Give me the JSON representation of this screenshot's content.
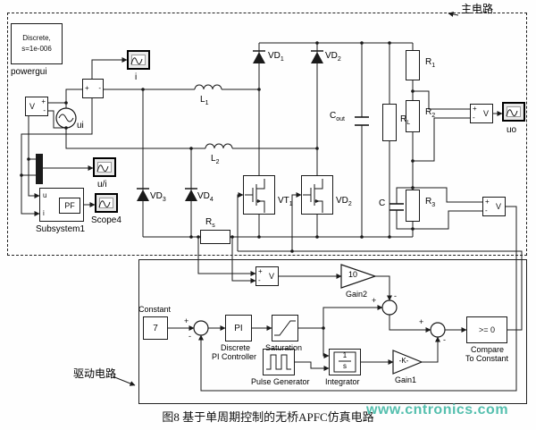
{
  "annotations": {
    "main_circuit": "主电路",
    "drive_circuit": "驱动电路"
  },
  "caption": "图8  基于单周期控制的无桥APFC仿真电路",
  "watermark": "www.cntronics.com",
  "colors": {
    "watermark": "#54bfae"
  },
  "powergui": {
    "line1": "Discrete,",
    "line2": "s=1e-006",
    "label": "powergui"
  },
  "meters": {
    "v": "V",
    "plus": "+",
    "minus": "-"
  },
  "scopes": {
    "i": "i",
    "ui": "u/i",
    "scope4": "Scope4",
    "uo": "uo"
  },
  "source": {
    "label": "ui"
  },
  "subsystem": {
    "in1": "u",
    "in2": "i",
    "pf": "PF",
    "label": "Subsystem1"
  },
  "components": {
    "l1": {
      "base": "L",
      "sub": "1"
    },
    "l2": {
      "base": "L",
      "sub": "2"
    },
    "vd1": {
      "base": "VD",
      "sub": "1"
    },
    "vd2": {
      "base": "VD",
      "sub": "2"
    },
    "vd3": {
      "base": "VD",
      "sub": "3"
    },
    "vd4": {
      "base": "VD",
      "sub": "4"
    },
    "vt1": {
      "base": "VT",
      "sub": "1"
    },
    "vt2": {
      "base": "VD",
      "sub": "2"
    },
    "cout": {
      "base": "C",
      "sub": "out"
    },
    "rl": {
      "base": "R",
      "sub": "L"
    },
    "r1": {
      "base": "R",
      "sub": "1"
    },
    "r2": {
      "base": "R",
      "sub": "2"
    },
    "r3": {
      "base": "R",
      "sub": "3"
    },
    "rs": {
      "base": "R",
      "sub": "s"
    },
    "c": {
      "base": "C",
      "sub": ""
    }
  },
  "control": {
    "constant": {
      "value": "7",
      "label": "Constant"
    },
    "pi": {
      "text": "PI",
      "label_line1": "Discrete",
      "label_line2": "PI Controller"
    },
    "saturation": {
      "label": "Saturation"
    },
    "pulse": {
      "label": "Pulse Generator"
    },
    "integrator": {
      "num": "1",
      "den": "s",
      "label": "Integrator"
    },
    "gain1": {
      "text": "-K-",
      "label": "Gain1"
    },
    "gain2": {
      "text": "10",
      "label": "Gain2"
    },
    "compare": {
      "text": ">= 0",
      "label_line1": "Compare",
      "label_line2": "To Constant"
    },
    "signs": {
      "plus": "+",
      "minus": "-"
    }
  }
}
